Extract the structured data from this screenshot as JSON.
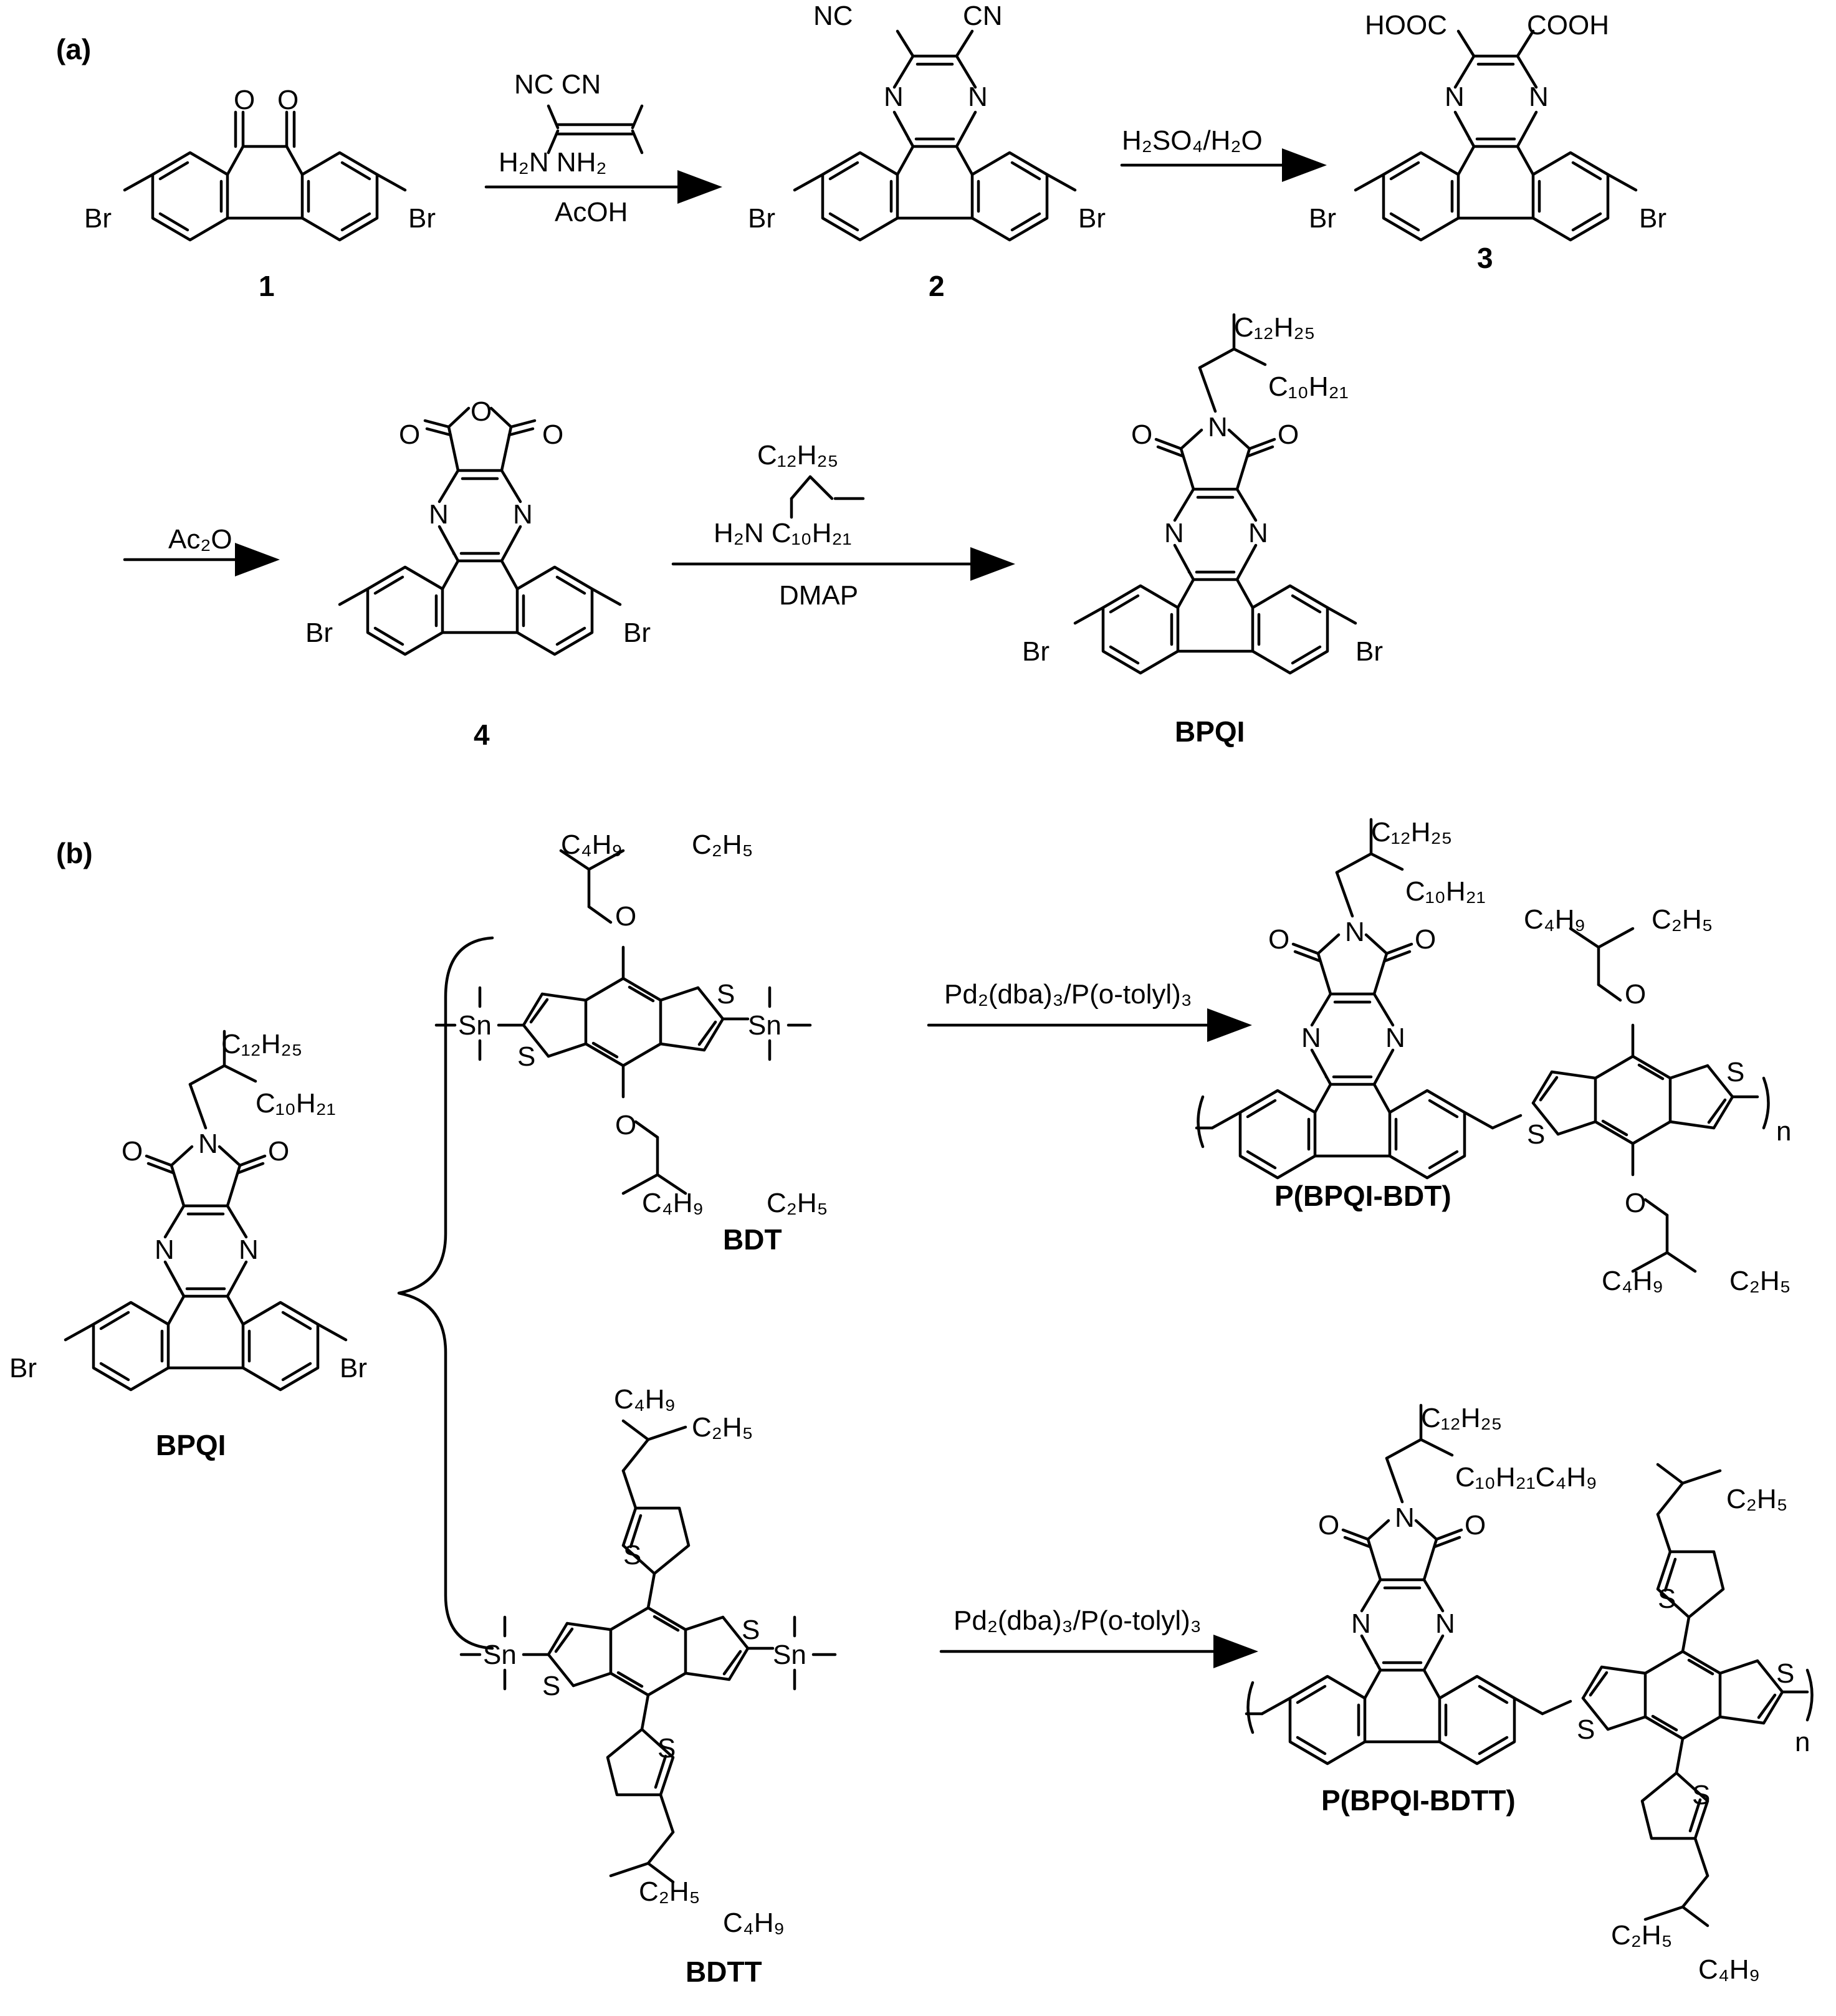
{
  "panels": {
    "a": "(a)",
    "b": "(b)"
  },
  "compounds": {
    "c1": "1",
    "c2": "2",
    "c3": "3",
    "c4": "4",
    "bpqi_a": "BPQI",
    "bpqi_b": "BPQI",
    "bdt": "BDT",
    "bdtt": "BDTT",
    "p_bdt": "P(BPQI-BDT)",
    "p_bdtt": "P(BPQI-BDTT)"
  },
  "reagents": {
    "r1_top": "NC     CN",
    "r1_mid": "H₂N      NH₂",
    "r1_bottom": "AcOH",
    "r2_top": "H₂SO₄/H₂O",
    "r3_top": "Ac₂O",
    "r4_top1": "C₁₂H₂₅",
    "r4_top2": "H₂N      C₁₀H₂₁",
    "r4_bottom": "DMAP",
    "r5_top": "Pd₂(dba)₃/P(o-tolyl)₃",
    "r6_top": "Pd₂(dba)₃/P(o-tolyl)₃"
  },
  "atoms": {
    "br": "Br",
    "n": "N",
    "o": "O",
    "s": "S",
    "sn": "Sn",
    "nc": "NC",
    "cn": "CN",
    "hooc": "HOOC",
    "cooh": "COOH",
    "c12h25": "C₁₂H₂₅",
    "c10h21": "C₁₀H₂₁",
    "c4h9": "C₄H₉",
    "c2h5": "C₂H₅",
    "n_sub": "n",
    "c10c4": "C₁₀H₂₁C₄H₉"
  }
}
